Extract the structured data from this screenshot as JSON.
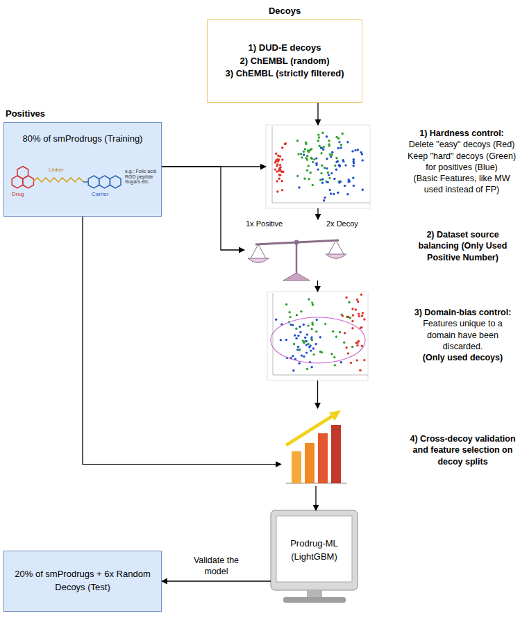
{
  "diagram": {
    "nodes": [
      {
        "text": [
          "Decoys",
          "1) DUD-E decoys",
          "2) ChEMBL (random)",
          "3) ChEMBL (strictly filtered)"
        ]
      },
      {
        "text": [
          "Positives",
          "80% of smProdrugs (Training)"
        ]
      },
      {
        "text": [
          "1) Hardness control:",
          "Delete \"easy\" decoys (Red) Keep \"hard\" decoys (Green) for positives (Blue)",
          "(Basic Features, like MW used instead of FP)"
        ]
      },
      {
        "text": [
          "1x Positive",
          "2x Decoy",
          "2) Dataset source balancing (Only Used Positive Number)"
        ]
      },
      {
        "text": [
          "3) Domain-bias control:",
          "Features unique to a domain have been discarded.",
          "(Only used decoys)"
        ]
      },
      {
        "text": [
          "4) Cross-decoy validation and feature selection on decoy splits"
        ]
      },
      {
        "text": [
          "Prodrug-ML (LightGBM)"
        ]
      },
      {
        "text": [
          "20% of smProdrugs + 6x Random Decoys (Test)"
        ]
      }
    ],
    "edges": [
      {
        "from": 0,
        "to": 2,
        "arrow": "to"
      },
      {
        "from": 1,
        "to": 2,
        "arrow": "to"
      },
      {
        "from": 1,
        "to": 3,
        "arrow": "to"
      },
      {
        "from": 2,
        "to": 3,
        "arrow": "to"
      },
      {
        "from": 3,
        "to": 4,
        "arrow": "to"
      },
      {
        "from": 4,
        "to": 5,
        "arrow": "to"
      },
      {
        "from": 1,
        "to": 5,
        "arrow": "to"
      },
      {
        "from": 5,
        "to": 6,
        "arrow": "to"
      },
      {
        "from": 6,
        "to": 7,
        "label": "Validate the model",
        "arrow": "to"
      }
    ],
    "labels": [
      "Drug",
      "Linker",
      "Carrier",
      "e.g.: Folic acid RGD peptide Sugars etc."
    ]
  }
}
